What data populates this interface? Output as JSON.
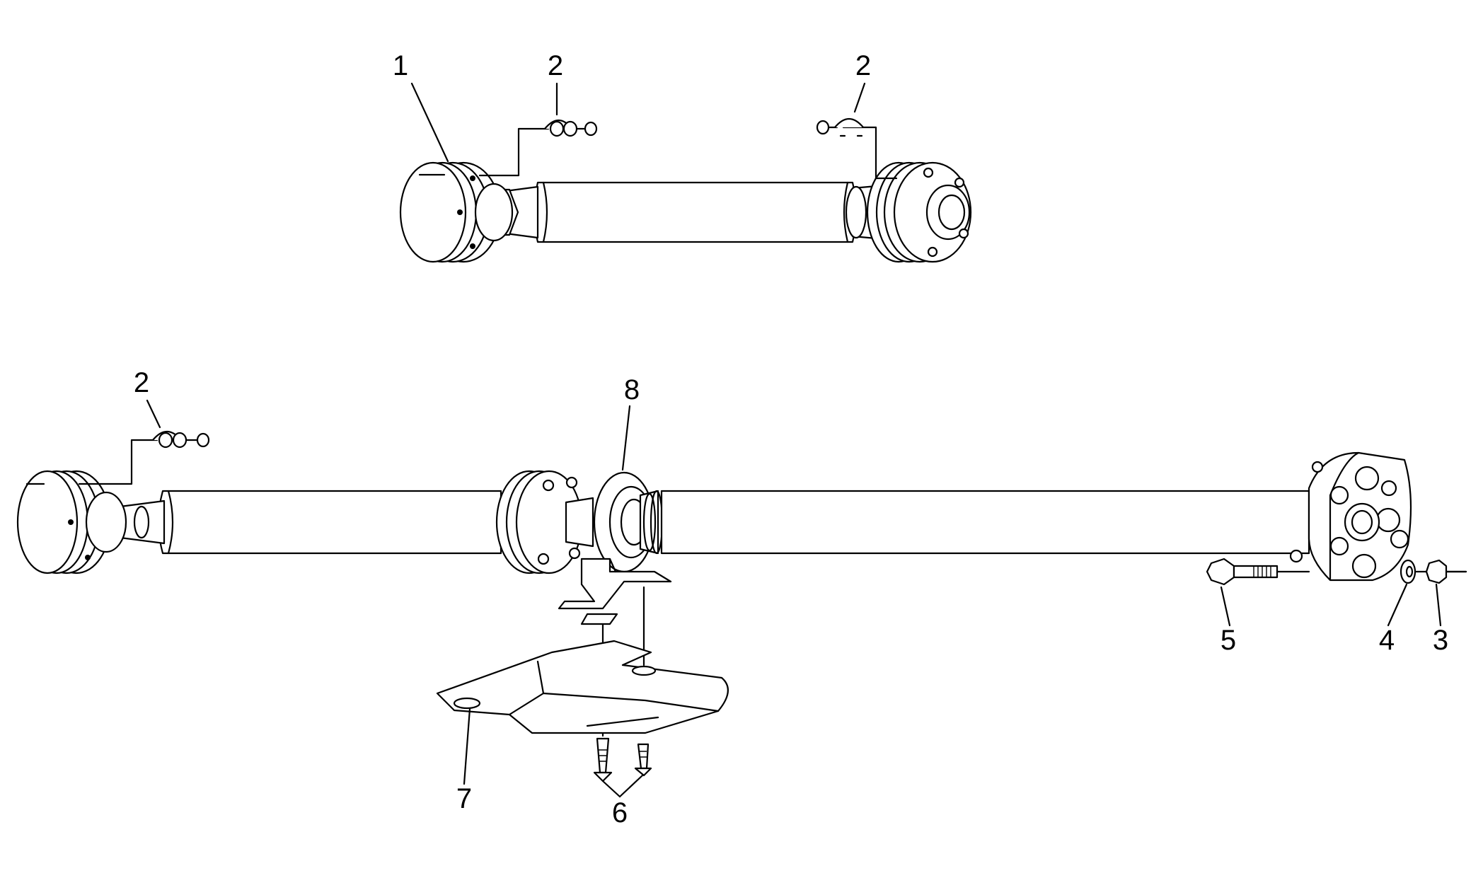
{
  "callouts": [
    {
      "id": "c1",
      "text": "1"
    },
    {
      "id": "c2a",
      "text": "2"
    },
    {
      "id": "c2b",
      "text": "2"
    },
    {
      "id": "c2c",
      "text": "2"
    },
    {
      "id": "c3",
      "text": "3"
    },
    {
      "id": "c4",
      "text": "4"
    },
    {
      "id": "c5",
      "text": "5"
    },
    {
      "id": "c6",
      "text": "6"
    },
    {
      "id": "c7",
      "text": "7"
    },
    {
      "id": "c8",
      "text": "8"
    }
  ],
  "colors": {
    "line": "#000000",
    "background": "#ffffff"
  }
}
